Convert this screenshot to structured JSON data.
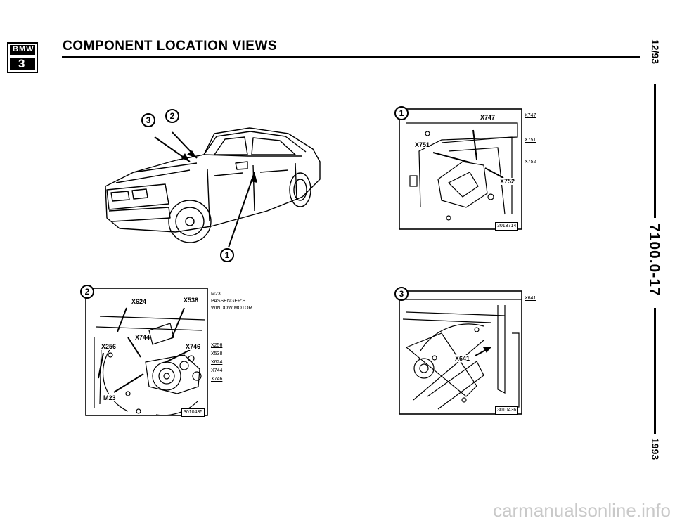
{
  "header": {
    "title": "COMPONENT LOCATION VIEWS",
    "logo_text": "BMW",
    "logo_model": "3"
  },
  "margin": {
    "edition": "12/93",
    "page_number": "7100.0-17",
    "year": "1993"
  },
  "car_view": {
    "callouts": [
      "3",
      "2",
      "1"
    ]
  },
  "detail1": {
    "callout": "1",
    "codes": [
      "X747",
      "X751",
      "X752"
    ],
    "legend": [
      "X747",
      "X751",
      "X752"
    ],
    "ref": "3013714"
  },
  "detail2": {
    "callout": "2",
    "codes": [
      "X624",
      "X538",
      "X744",
      "X256",
      "X746",
      "M23"
    ],
    "title_lines": [
      "M23",
      "PASSENGER'S",
      "WINDOW MOTOR"
    ],
    "legend": [
      "X256",
      "X538",
      "X624",
      "X744",
      "X746"
    ],
    "ref": "3010435"
  },
  "detail3": {
    "callout": "3",
    "codes": [
      "X641"
    ],
    "legend": [
      "X641"
    ],
    "ref": "3010436"
  },
  "footer": {
    "url": "carmanualsonline.info"
  }
}
